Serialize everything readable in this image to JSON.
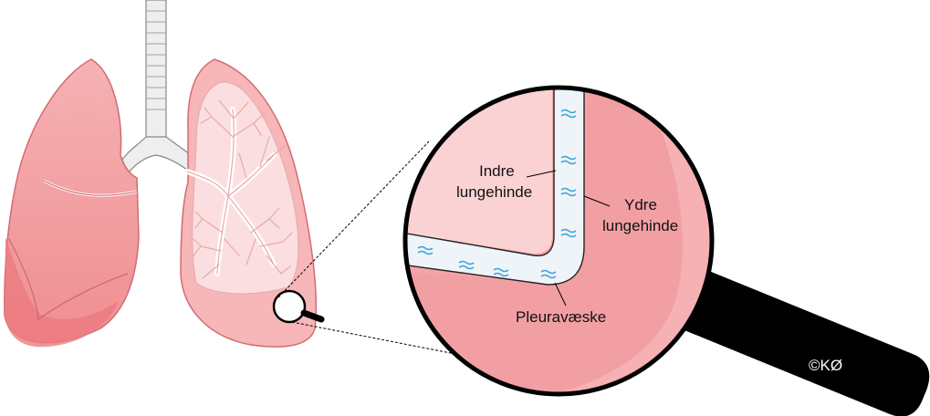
{
  "labels": {
    "inner_pleura_line1": "Indre",
    "inner_pleura_line2": "lungehinde",
    "outer_pleura_line1": "Ydre",
    "outer_pleura_line2": "lungehinde",
    "pleural_fluid": "Pleuravæske",
    "copyright": "©KØ"
  },
  "colors": {
    "lung_fill": "#f4a3a6",
    "lung_dark": "#ee7f84",
    "lung_light": "#fbd2d4",
    "pleura_gap": "#eef4f7",
    "fluid_waves": "#3aa2e0",
    "handle": "#000000"
  }
}
